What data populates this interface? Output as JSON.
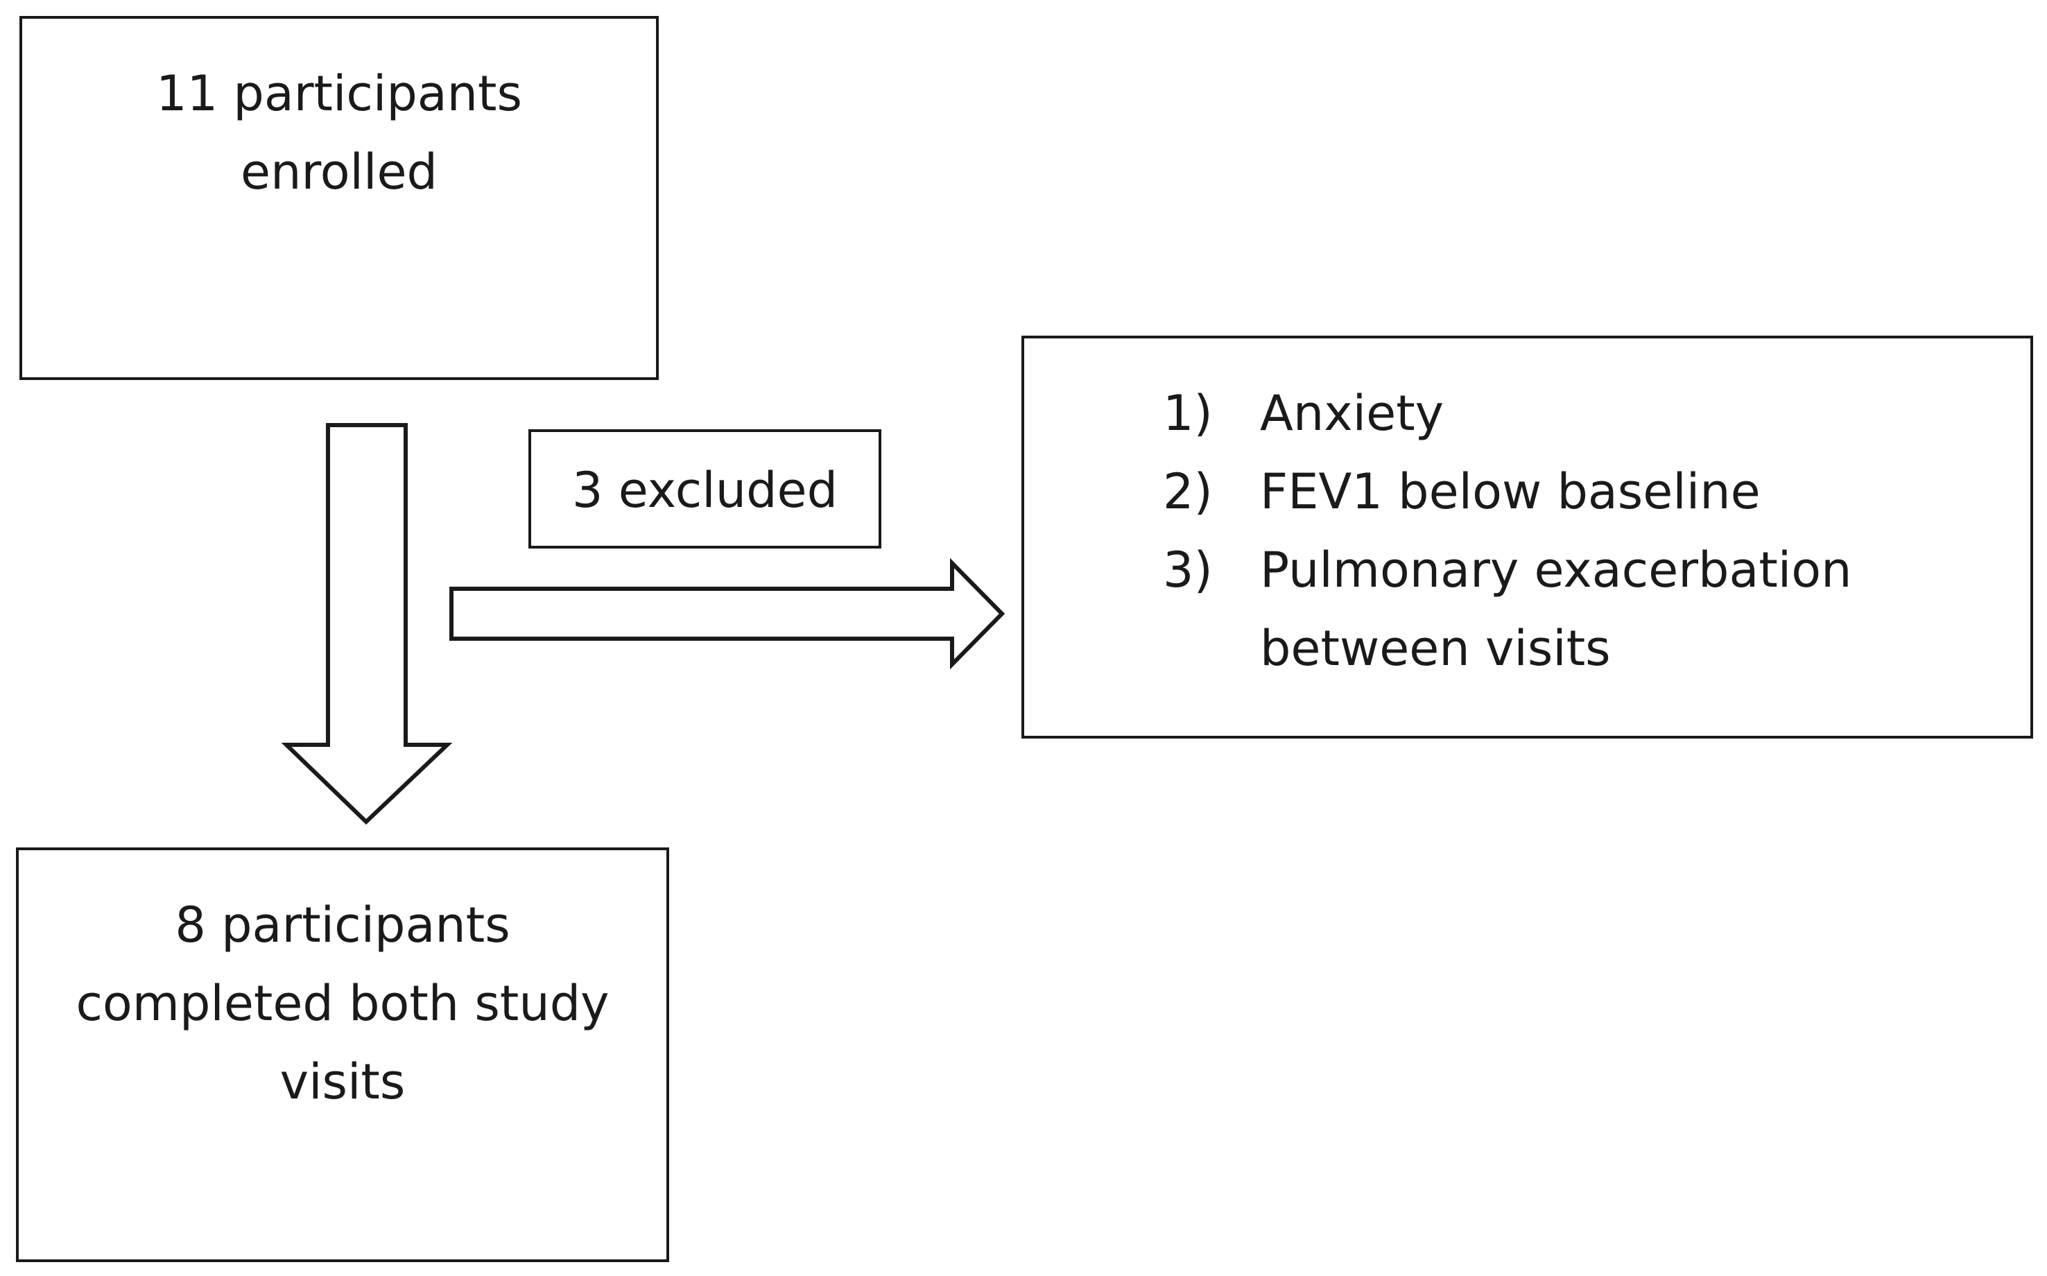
{
  "nodes": {
    "enrolled": {
      "text": "11 participants\nenrolled"
    },
    "excluded": {
      "text": "3 excluded"
    },
    "completed": {
      "text": "8 participants\ncompleted both study\nvisits"
    },
    "reasons": {
      "items": [
        {
          "number": "1)",
          "text": "Anxiety"
        },
        {
          "number": "2)",
          "text": "FEV1 below baseline"
        },
        {
          "number": "3)",
          "text": "Pulmonary exacerbation between visits"
        }
      ]
    }
  },
  "edges": [
    {
      "from": "enrolled",
      "to": "completed",
      "style": "block-arrow-down"
    },
    {
      "from": "enrolled",
      "to": "reasons",
      "style": "block-arrow-right",
      "label_node": "excluded"
    }
  ]
}
